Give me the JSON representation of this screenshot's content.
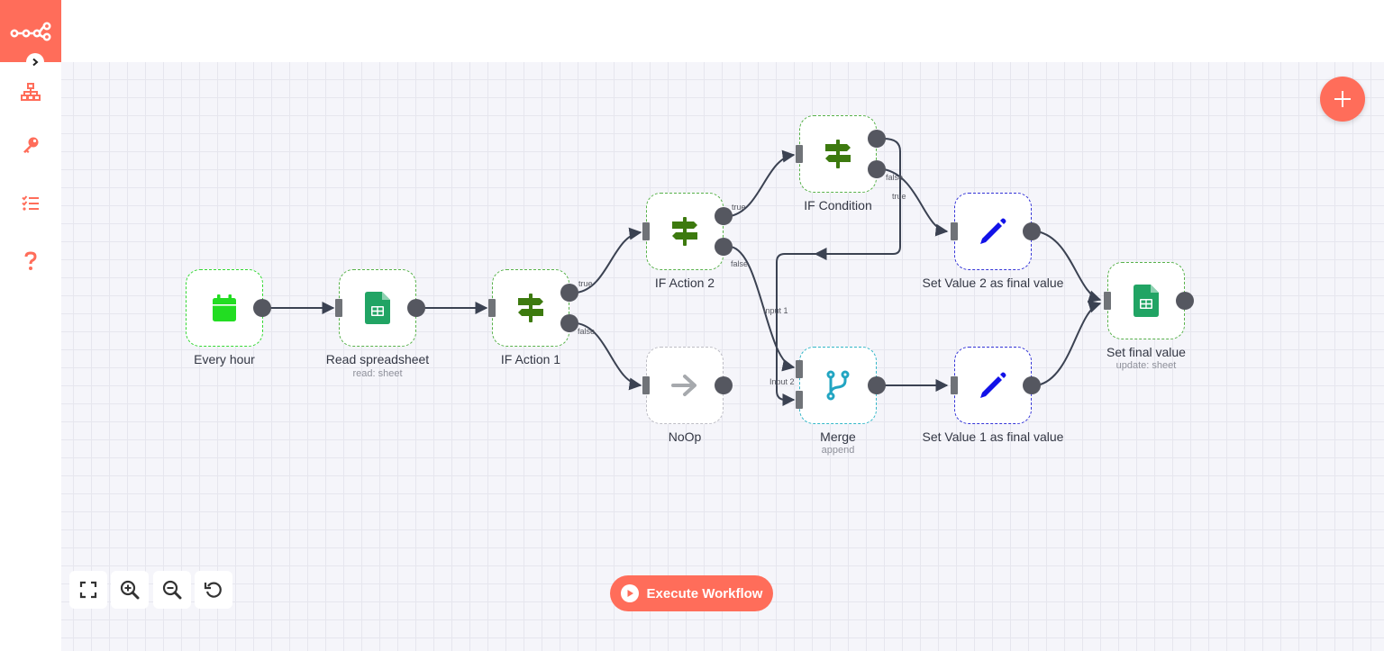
{
  "app": {
    "logo_icon": "n8n-logo",
    "brand_color": "#ff6d5a"
  },
  "sidebar": {
    "items": [
      {
        "name": "workflows",
        "icon": "network-icon"
      },
      {
        "name": "credentials",
        "icon": "key-icon"
      },
      {
        "name": "executions",
        "icon": "tasks-icon"
      },
      {
        "name": "help",
        "icon": "question-icon"
      }
    ]
  },
  "canvas": {
    "nodes": [
      {
        "id": "every-hour",
        "label": "Every hour",
        "subtitle": "",
        "icon": "calendar-icon"
      },
      {
        "id": "read-spreadsheet",
        "label": "Read spreadsheet",
        "subtitle": "read: sheet",
        "icon": "google-sheets-icon"
      },
      {
        "id": "if-action-1",
        "label": "IF Action 1",
        "subtitle": "",
        "icon": "signpost-icon"
      },
      {
        "id": "if-action-2",
        "label": "IF Action 2",
        "subtitle": "",
        "icon": "signpost-icon"
      },
      {
        "id": "noop",
        "label": "NoOp",
        "subtitle": "",
        "icon": "arrow-right-icon"
      },
      {
        "id": "if-condition",
        "label": "IF Condition",
        "subtitle": "",
        "icon": "signpost-icon"
      },
      {
        "id": "merge",
        "label": "Merge",
        "subtitle": "append",
        "icon": "branch-icon"
      },
      {
        "id": "set-value-2",
        "label": "Set Value 2 as final value",
        "subtitle": "",
        "icon": "pen-icon"
      },
      {
        "id": "set-value-1",
        "label": "Set Value 1 as final value",
        "subtitle": "",
        "icon": "pen-icon"
      },
      {
        "id": "set-final-value",
        "label": "Set final value",
        "subtitle": "update: sheet",
        "icon": "google-sheets-icon"
      }
    ],
    "edge_labels": {
      "ifa1_true": "true",
      "ifa1_false": "false",
      "ifa2_true": "true",
      "ifa2_false": "false",
      "ifc_false": "false",
      "ifc_true": "true",
      "merge_input1": "Input 1",
      "merge_input2": "Input 2"
    }
  },
  "add_node_button": {
    "icon": "plus-icon"
  },
  "zoom_controls": [
    {
      "name": "fit-view",
      "icon": "expand-icon"
    },
    {
      "name": "zoom-in",
      "icon": "zoom-in-icon"
    },
    {
      "name": "zoom-out",
      "icon": "zoom-out-icon"
    },
    {
      "name": "reset-zoom",
      "icon": "undo-icon"
    }
  ],
  "execute_button": {
    "label": "Execute Workflow",
    "icon": "play-circle-icon"
  },
  "colors": {
    "accent": "#ff6d5a",
    "if_icon": "#3d7a0f",
    "pen_icon": "#1212e8",
    "merge_icon": "#22a5c2",
    "sheets_icon": "#21a464",
    "schedule_icon": "#22dd22",
    "wire": "#3b4252"
  }
}
